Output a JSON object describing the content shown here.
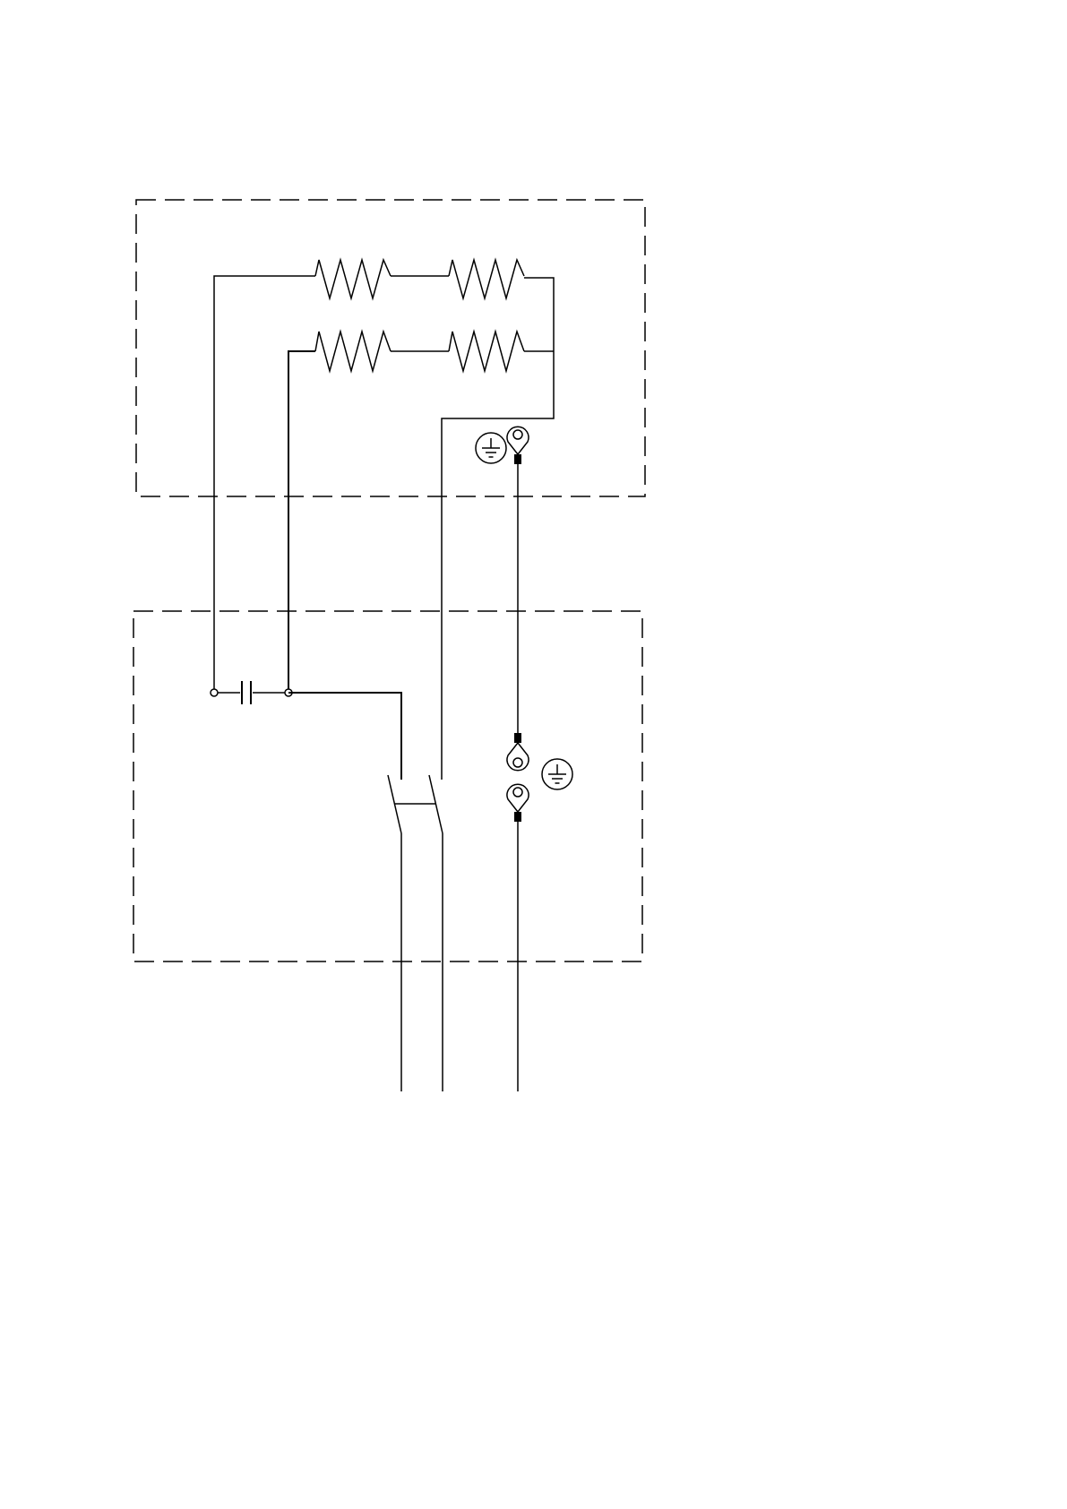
{
  "diagram": {
    "kind": "electrical wiring schematic",
    "line_color": "#000000",
    "background_color": "#ffffff",
    "components": {
      "upper_enclosure": {
        "style": "dashed-border"
      },
      "lower_enclosure": {
        "style": "dashed-border"
      },
      "heating_elements": {
        "count": 4,
        "icon": "resistor-zigzag-icon"
      },
      "capacitor": {
        "icon": "capacitor-icon"
      },
      "switch": {
        "poles": 2,
        "icon": "double-pole-switch-icon"
      },
      "ground_symbols": {
        "count": 2,
        "icon": "ground-icon"
      },
      "ring_lugs": {
        "count": 3,
        "icon": "ring-terminal-icon"
      },
      "supply_leads": {
        "count": 3
      }
    }
  }
}
